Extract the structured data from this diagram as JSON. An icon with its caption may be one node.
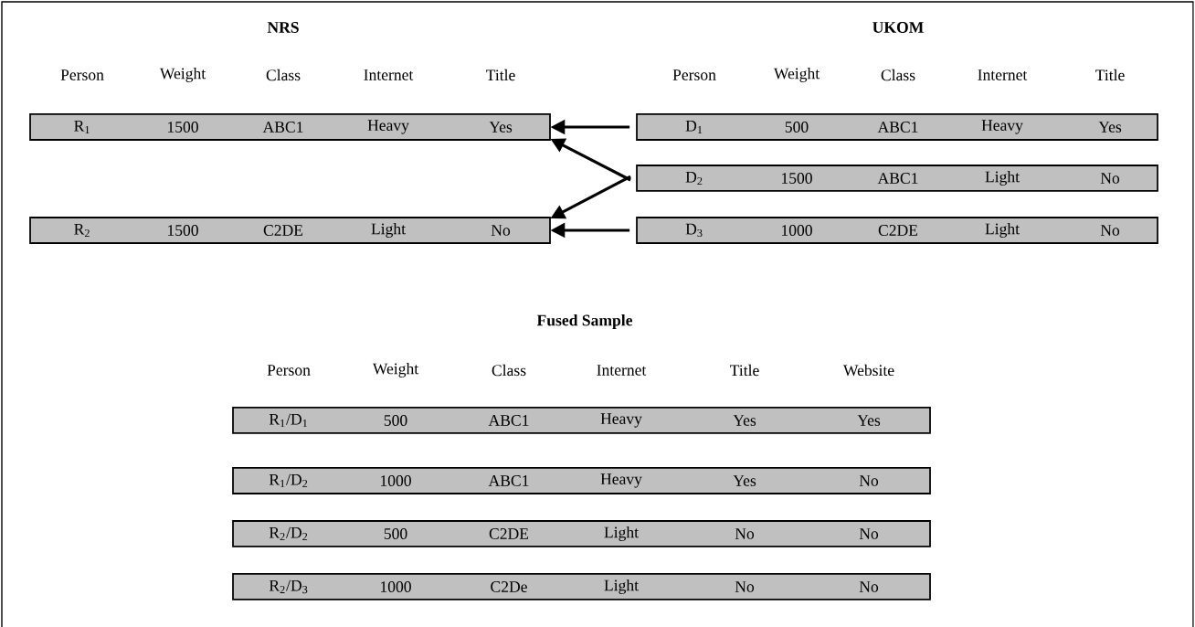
{
  "diagram": {
    "nodes": [
      {
        "text": [
          "R$_{1}$",
          "1500",
          "ABC1",
          "Heavy",
          "Yes"
        ]
      },
      {
        "text": [
          "D$_{1}$",
          "500",
          "ABC1",
          "Heavy",
          "Yes"
        ]
      },
      {
        "text": [
          "D$_{2}$",
          "1500",
          "ABC1",
          "Light",
          "No"
        ]
      },
      {
        "text": [
          "R$_{2}$",
          "1500",
          "C2DE",
          "Light",
          "No"
        ]
      },
      {
        "text": [
          "D$_{3}$",
          "1000",
          "C2DE",
          "Light",
          "No"
        ]
      },
      {
        "text": [
          "R$_{1}$/D$_{1}$",
          "500",
          "ABC1",
          "Heavy",
          "Yes",
          "Yes"
        ]
      },
      {
        "text": [
          "R$_{1}$/D$_{2}$",
          "1000",
          "ABC1",
          "Heavy",
          "Yes",
          "No"
        ]
      },
      {
        "text": [
          "R$_{2}$/D$_{2}$",
          "500",
          "C2DE",
          "Light",
          "No",
          "No"
        ]
      },
      {
        "text": [
          "R$_{2}$/D$_{3}$",
          "1000",
          "C2De",
          "Light",
          "No",
          "No"
        ]
      }
    ],
    "edges": [
      {
        "from": 1,
        "to": 0,
        "arrow": "to"
      },
      {
        "from": 2,
        "to": 0,
        "arrow": "to"
      },
      {
        "from": 2,
        "to": 3,
        "arrow": "to"
      },
      {
        "from": 4,
        "to": 3,
        "arrow": "to"
      }
    ],
    "labels": [
      "NRS",
      "UKOM",
      "Person",
      "Weight",
      "Class",
      "Internet",
      "Title",
      "Person",
      "Weight",
      "Class",
      "Internet",
      "Title",
      "Fused Sample",
      "Person",
      "Weight",
      "Class",
      "Internet",
      "Title",
      "Website"
    ]
  }
}
